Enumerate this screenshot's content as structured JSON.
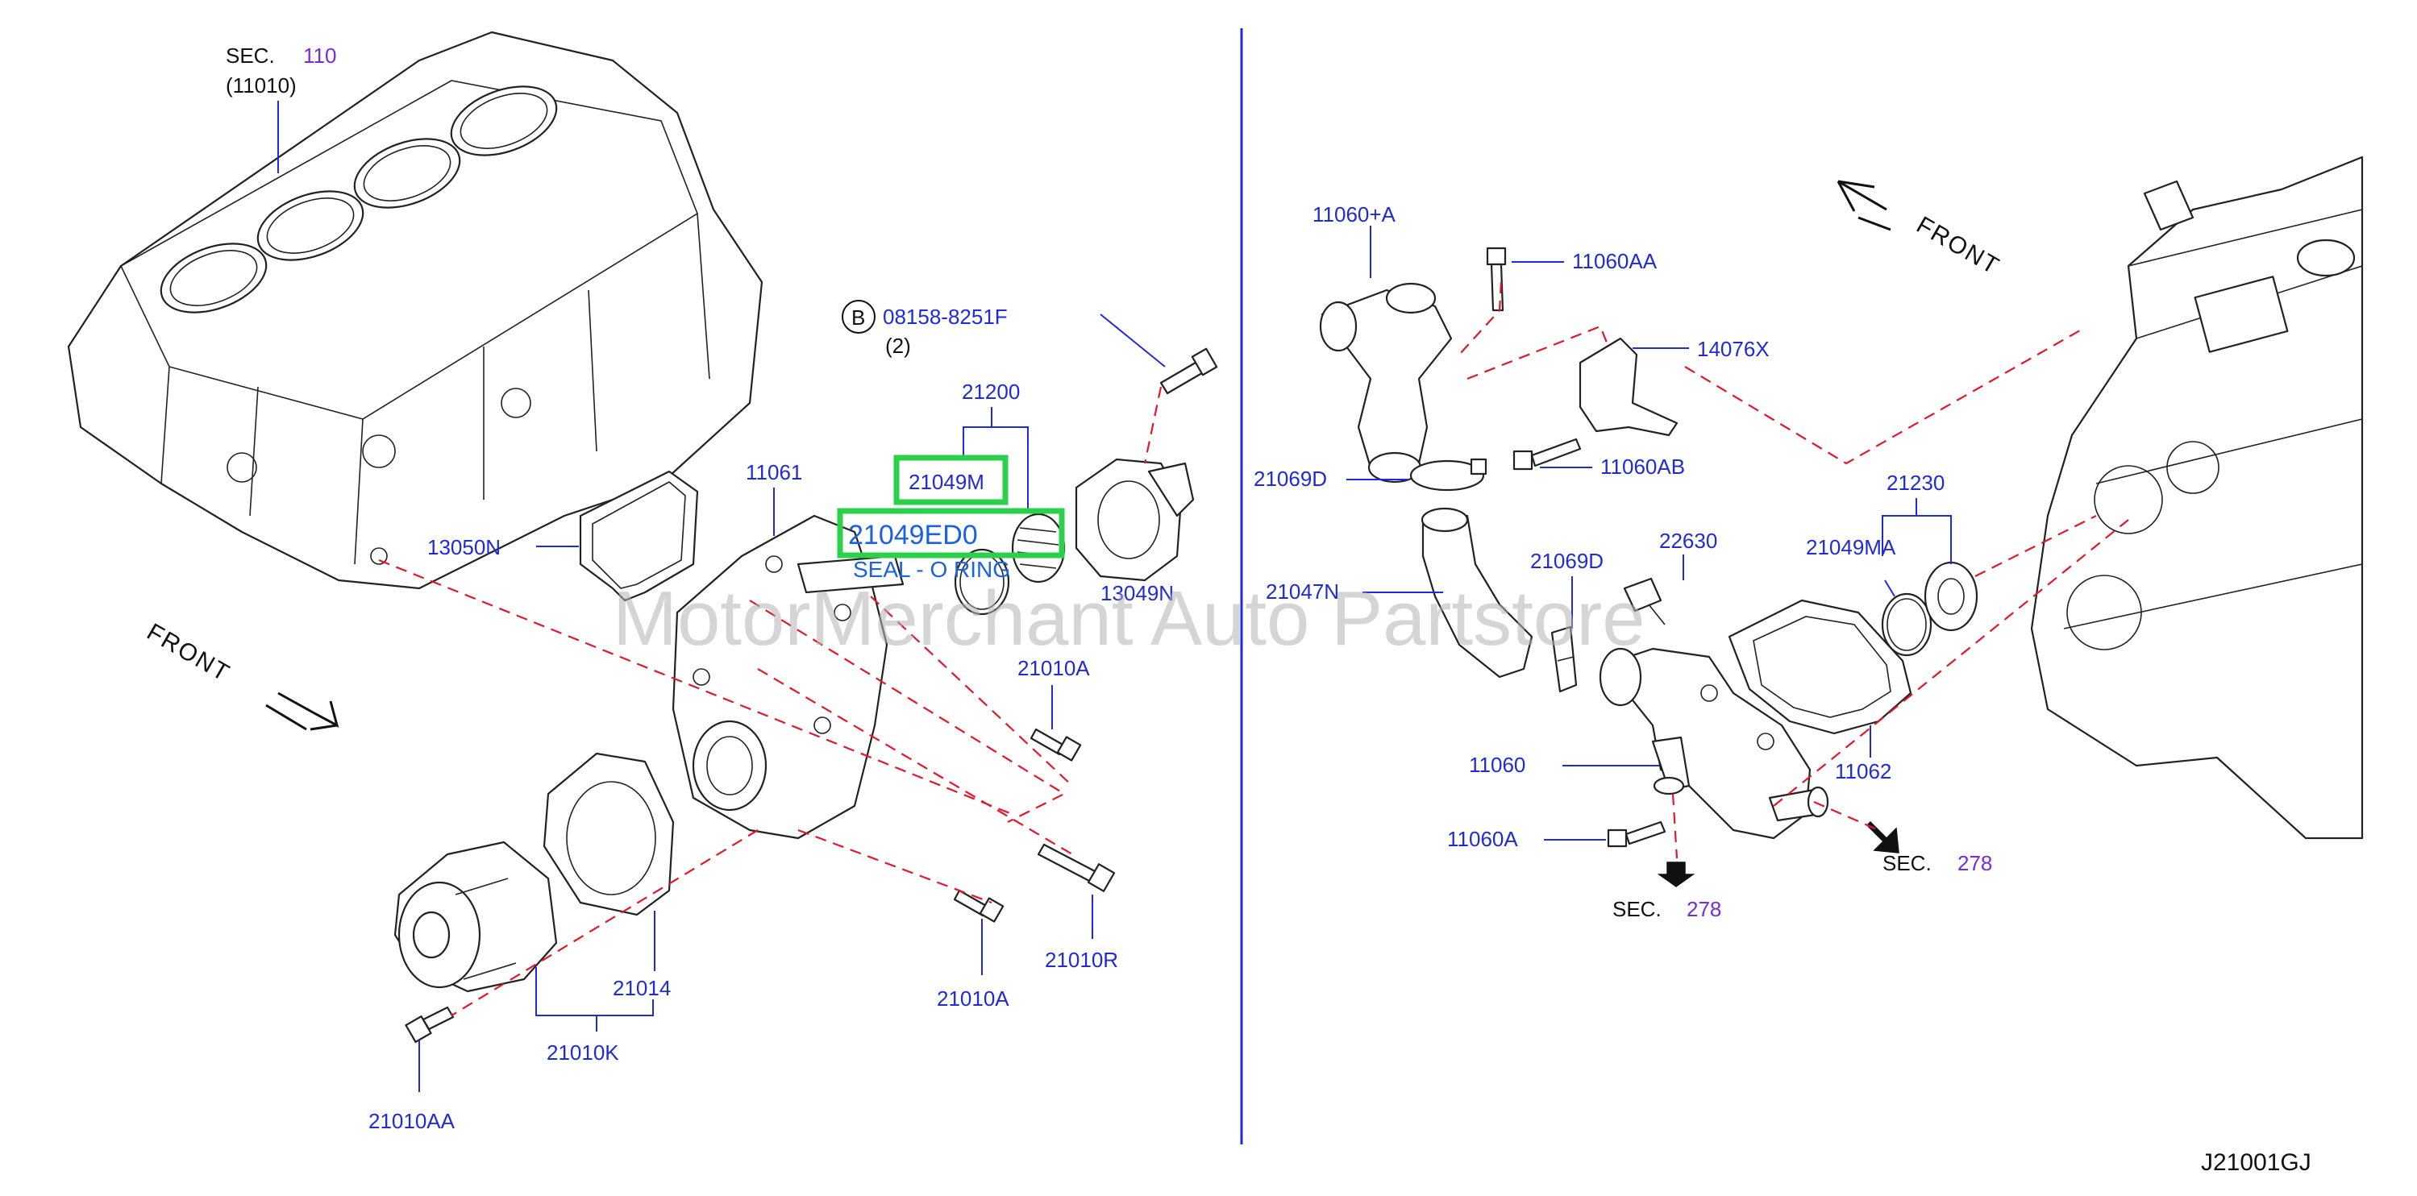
{
  "labels": {
    "sec110_prefix": "SEC.",
    "sec110_num": "110",
    "block_code": "(11010)",
    "front_left": "FRONT",
    "front_right": "FRONT",
    "bolt_b_marker": "B",
    "bolt_b_part": "08158-8251F",
    "bolt_b_qty": "(2)",
    "p21200": "21200",
    "p21049M": "21049M",
    "p21049ED": "21049ED0",
    "seal_oring": "SEAL - O RING",
    "p11061": "11061",
    "p13050N": "13050N",
    "p13049N": "13049N",
    "p21010A_top": "21010A",
    "p21010R": "21010R",
    "p21010A_bottom": "21010A",
    "p21014": "21014",
    "p21010K": "21010K",
    "p21010AA": "21010AA",
    "p11060plusA": "11060+A",
    "p11060AA": "11060AA",
    "p14076X": "14076X",
    "p11060AB": "11060AB",
    "p21069D_top": "21069D",
    "p21069D_mid": "21069D",
    "p21047N": "21047N",
    "p22630": "22630",
    "p21230": "21230",
    "p21049MA": "21049MA",
    "p11060": "11060",
    "p11062": "11062",
    "p11060A": "11060A",
    "sec278a_prefix": "SEC.",
    "sec278a_num": "278",
    "sec278b_prefix": "SEC.",
    "sec278b_num": "278",
    "diagram_code": "J21001GJ",
    "watermark": "MotorMerchant Auto Partstore"
  },
  "colors": {
    "label_blue": "#1f2bd6",
    "section_purple": "#7a2bd8",
    "dashed_red": "#e0182a",
    "highlight_green": "#2bd14a",
    "highlight_text": "#1a62e0"
  }
}
